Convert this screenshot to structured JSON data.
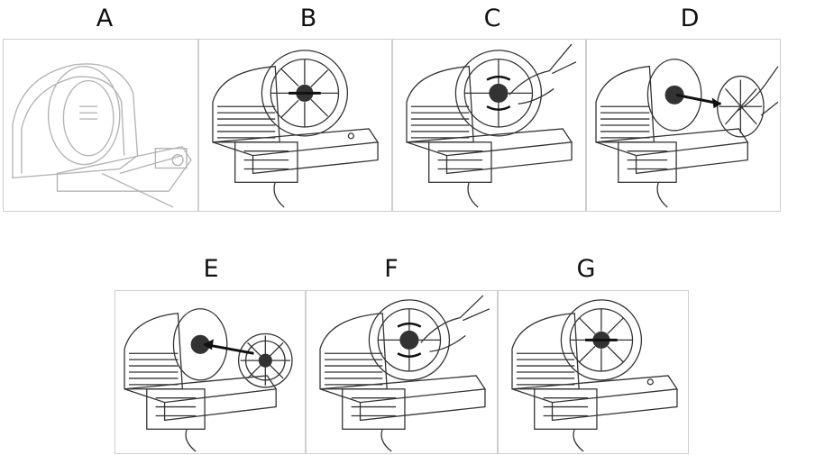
{
  "steps": [
    {
      "label": "A"
    },
    {
      "label": "B"
    },
    {
      "label": "C"
    },
    {
      "label": "D"
    },
    {
      "label": "E"
    },
    {
      "label": "F"
    },
    {
      "label": "G"
    }
  ],
  "colors": {
    "line": "#333333",
    "light_line": "#b5b5b5",
    "border": "#cfcfcf",
    "arrow": "#111111"
  },
  "icons": [
    "slicer-illustration",
    "hand-icon",
    "blade-icon",
    "arrow-icon"
  ]
}
